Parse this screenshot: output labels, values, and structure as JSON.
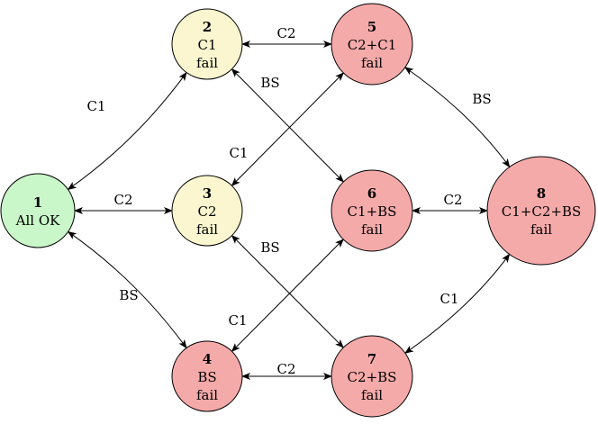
{
  "colors": {
    "ok": "#c9f7c9",
    "single_fail": "#fbf6cf",
    "multi_fail": "#f5aaaa",
    "stroke": "#000000"
  },
  "nodes": [
    {
      "id": "1",
      "number": "1",
      "line1": "All OK",
      "line2": "",
      "status": "ok"
    },
    {
      "id": "2",
      "number": "2",
      "line1": "C1",
      "line2": "fail",
      "status": "single_fail"
    },
    {
      "id": "3",
      "number": "3",
      "line1": "C2",
      "line2": "fail",
      "status": "single_fail"
    },
    {
      "id": "4",
      "number": "4",
      "line1": "BS",
      "line2": "fail",
      "status": "multi_fail"
    },
    {
      "id": "5",
      "number": "5",
      "line1": "C2+C1",
      "line2": "fail",
      "status": "multi_fail"
    },
    {
      "id": "6",
      "number": "6",
      "line1": "C1+BS",
      "line2": "fail",
      "status": "multi_fail"
    },
    {
      "id": "7",
      "number": "7",
      "line1": "C2+BS",
      "line2": "fail",
      "status": "multi_fail"
    },
    {
      "id": "8",
      "number": "8",
      "line1": "C1+C2+BS",
      "line2": "fail",
      "status": "multi_fail"
    }
  ],
  "edges": [
    {
      "from": "1",
      "to": "2",
      "label": "C1"
    },
    {
      "from": "1",
      "to": "3",
      "label": "C2"
    },
    {
      "from": "1",
      "to": "4",
      "label": "BS"
    },
    {
      "from": "2",
      "to": "5",
      "label": "C2"
    },
    {
      "from": "2",
      "to": "6",
      "label": "BS"
    },
    {
      "from": "3",
      "to": "5",
      "label": "C1"
    },
    {
      "from": "3",
      "to": "7",
      "label": "BS"
    },
    {
      "from": "4",
      "to": "6",
      "label": "C1"
    },
    {
      "from": "4",
      "to": "7",
      "label": "C2"
    },
    {
      "from": "5",
      "to": "8",
      "label": "BS"
    },
    {
      "from": "6",
      "to": "8",
      "label": "C2"
    },
    {
      "from": "7",
      "to": "8",
      "label": "C1"
    }
  ]
}
